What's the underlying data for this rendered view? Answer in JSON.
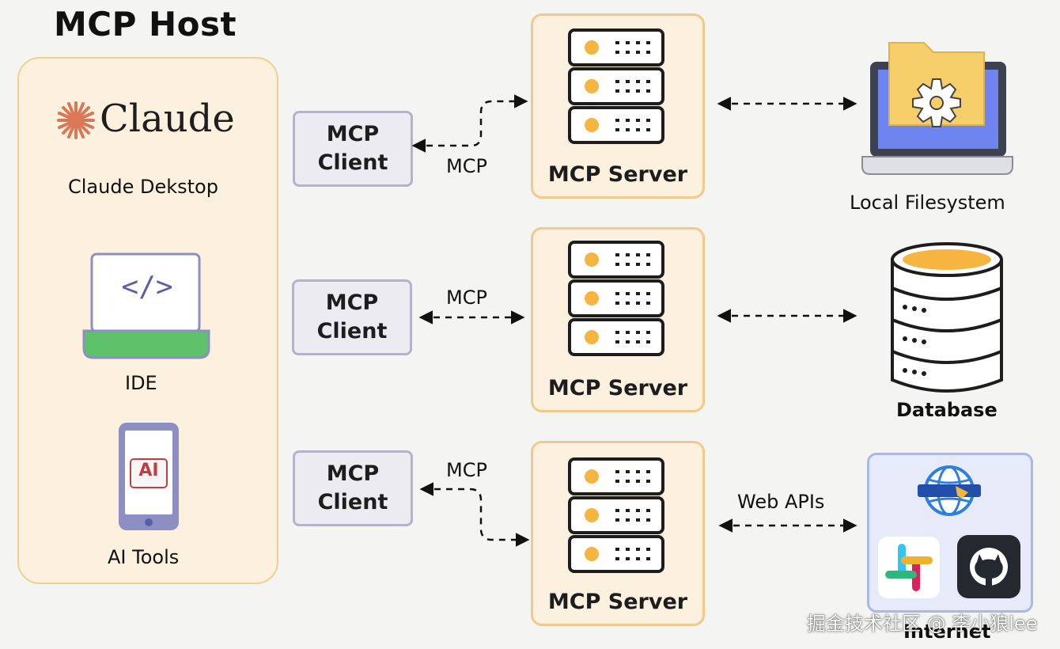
{
  "title": "MCP Host",
  "host": {
    "claude_logo_text": "Claude",
    "claude_desktop_label": "Claude Dekstop",
    "ide_label": "IDE",
    "ide_icon_text": "</>",
    "ai_tools_label": "AI Tools",
    "ai_icon_text": "AI"
  },
  "clients": [
    {
      "line1": "MCP",
      "line2": "Client"
    },
    {
      "line1": "MCP",
      "line2": "Client"
    },
    {
      "line1": "MCP",
      "line2": "Client"
    }
  ],
  "protocol_labels": [
    "MCP",
    "MCP",
    "MCP"
  ],
  "servers": [
    {
      "label": "MCP Server"
    },
    {
      "label": "MCP Server"
    },
    {
      "label": "MCP Server"
    }
  ],
  "resources": {
    "filesystem_label": "Local Filesystem",
    "database_label": "Database",
    "internet_label": "Internet",
    "web_apis_label": "Web APIs"
  },
  "watermark": "掘金技术社区 @ 李小狼lee",
  "colors": {
    "host_bg": "#fbf1de",
    "host_border": "#f2cf8e",
    "client_bg": "#ecebf2",
    "client_border": "#b7b2cb",
    "server_border": "#f2c98a",
    "server_led": "#f5b540",
    "laptop_screen": "#6e85f0",
    "folder": "#f6cf6a",
    "ide_base": "#5ec26a",
    "claude_orange": "#d97757",
    "internet_bg": "#e6eaf9"
  }
}
